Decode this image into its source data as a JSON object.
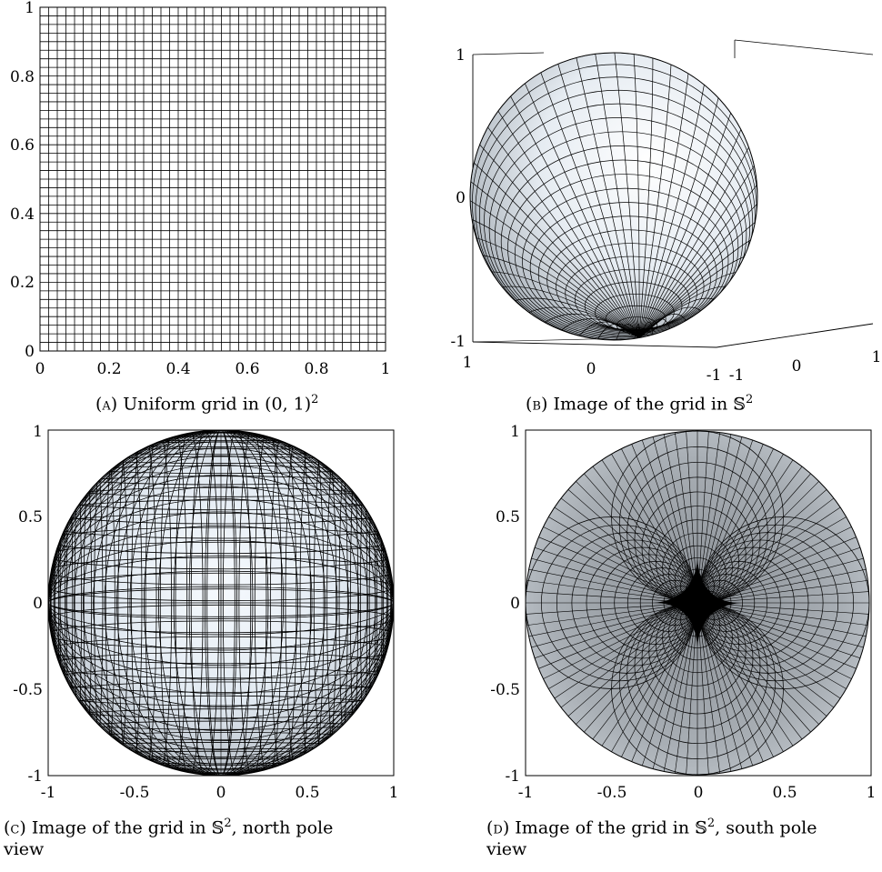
{
  "figure": {
    "panels": [
      {
        "id": "a",
        "caption_tag": "(a)",
        "caption_text": "Uniform grid in (0, 1)",
        "caption_sup": "2",
        "caption_rest": "",
        "x_ticks": [
          "0",
          "0.2",
          "0.4",
          "0.6",
          "0.8",
          "1"
        ],
        "y_ticks": [
          "0",
          "0.2",
          "0.4",
          "0.6",
          "0.8",
          "1"
        ],
        "grid_divisions": 40
      },
      {
        "id": "b",
        "caption_tag": "(b)",
        "caption_text": "Image of the grid in 𝕊",
        "caption_sup": "2",
        "caption_rest": "",
        "z_ticks": [
          "1",
          "0",
          "-1"
        ],
        "x_ticks": [
          "1",
          "0",
          "-1"
        ],
        "y_ticks": [
          "-1",
          "0",
          "1"
        ]
      },
      {
        "id": "c",
        "caption_tag": "(c)",
        "caption_text": "Image of the grid in 𝕊",
        "caption_sup": "2",
        "caption_rest": ", north pole",
        "caption_line2": "view",
        "x_ticks": [
          "-1",
          "-0.5",
          "0",
          "0.5",
          "1"
        ],
        "y_ticks": [
          "1",
          "0.5",
          "0",
          "-0.5",
          "-1"
        ]
      },
      {
        "id": "d",
        "caption_tag": "(d)",
        "caption_text": "Image of the grid in 𝕊",
        "caption_sup": "2",
        "caption_rest": ", south pole",
        "caption_line2": "view",
        "x_ticks": [
          "-1",
          "-0.5",
          "0",
          "0.5",
          "1"
        ],
        "y_ticks": [
          "1",
          "0.5",
          "0",
          "-0.5",
          "-1"
        ]
      }
    ]
  }
}
